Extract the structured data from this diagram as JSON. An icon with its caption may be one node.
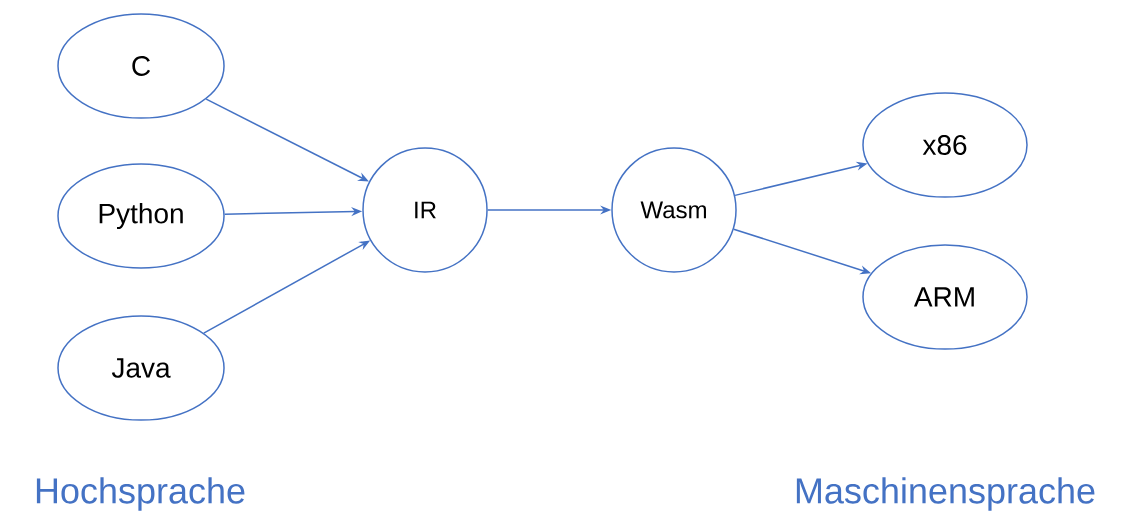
{
  "diagram": {
    "nodes": [
      {
        "text": [
          "C"
        ]
      },
      {
        "text": [
          "Python"
        ]
      },
      {
        "text": [
          "Java"
        ]
      },
      {
        "text": [
          "IR"
        ]
      },
      {
        "text": [
          "Wasm"
        ]
      },
      {
        "text": [
          "x86"
        ]
      },
      {
        "text": [
          "ARM"
        ]
      }
    ],
    "edges": [
      {
        "from": 0,
        "to": 3,
        "arrow": "to"
      },
      {
        "from": 1,
        "to": 3,
        "arrow": "to"
      },
      {
        "from": 2,
        "to": 3,
        "arrow": "to"
      },
      {
        "from": 3,
        "to": 4,
        "arrow": "to"
      },
      {
        "from": 4,
        "to": 5,
        "arrow": "to"
      },
      {
        "from": 4,
        "to": 6,
        "arrow": "to"
      }
    ],
    "labels": [
      "Hochsprache",
      "Maschinensprache"
    ]
  }
}
